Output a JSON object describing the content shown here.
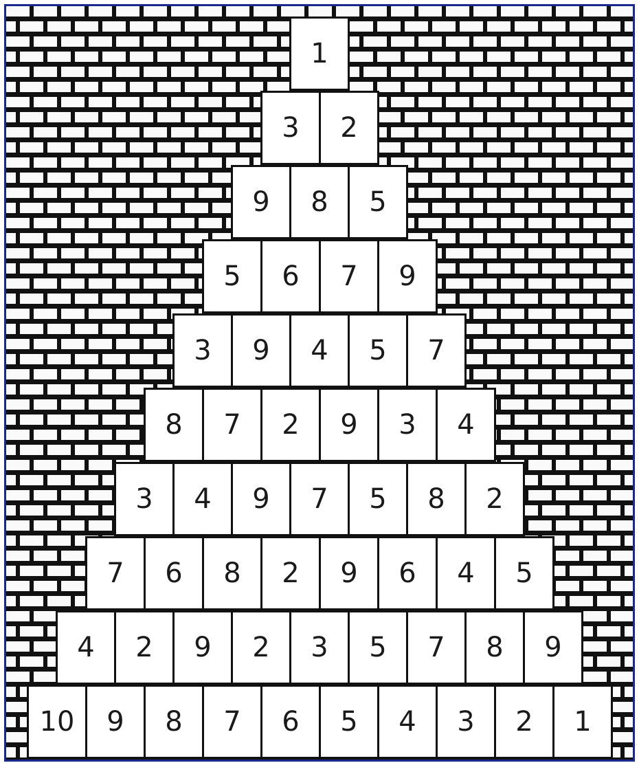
{
  "pyramid": {
    "rows": [
      [
        "1"
      ],
      [
        "3",
        "2"
      ],
      [
        "9",
        "8",
        "5"
      ],
      [
        "5",
        "6",
        "7",
        "9"
      ],
      [
        "3",
        "9",
        "4",
        "5",
        "7"
      ],
      [
        "8",
        "7",
        "2",
        "9",
        "3",
        "4"
      ],
      [
        "3",
        "4",
        "9",
        "7",
        "5",
        "8",
        "2"
      ],
      [
        "7",
        "6",
        "8",
        "2",
        "9",
        "6",
        "4",
        "5"
      ],
      [
        "4",
        "2",
        "9",
        "2",
        "3",
        "5",
        "7",
        "8",
        "9"
      ],
      [
        "10",
        "9",
        "8",
        "7",
        "6",
        "5",
        "4",
        "3",
        "2",
        "1"
      ]
    ]
  }
}
